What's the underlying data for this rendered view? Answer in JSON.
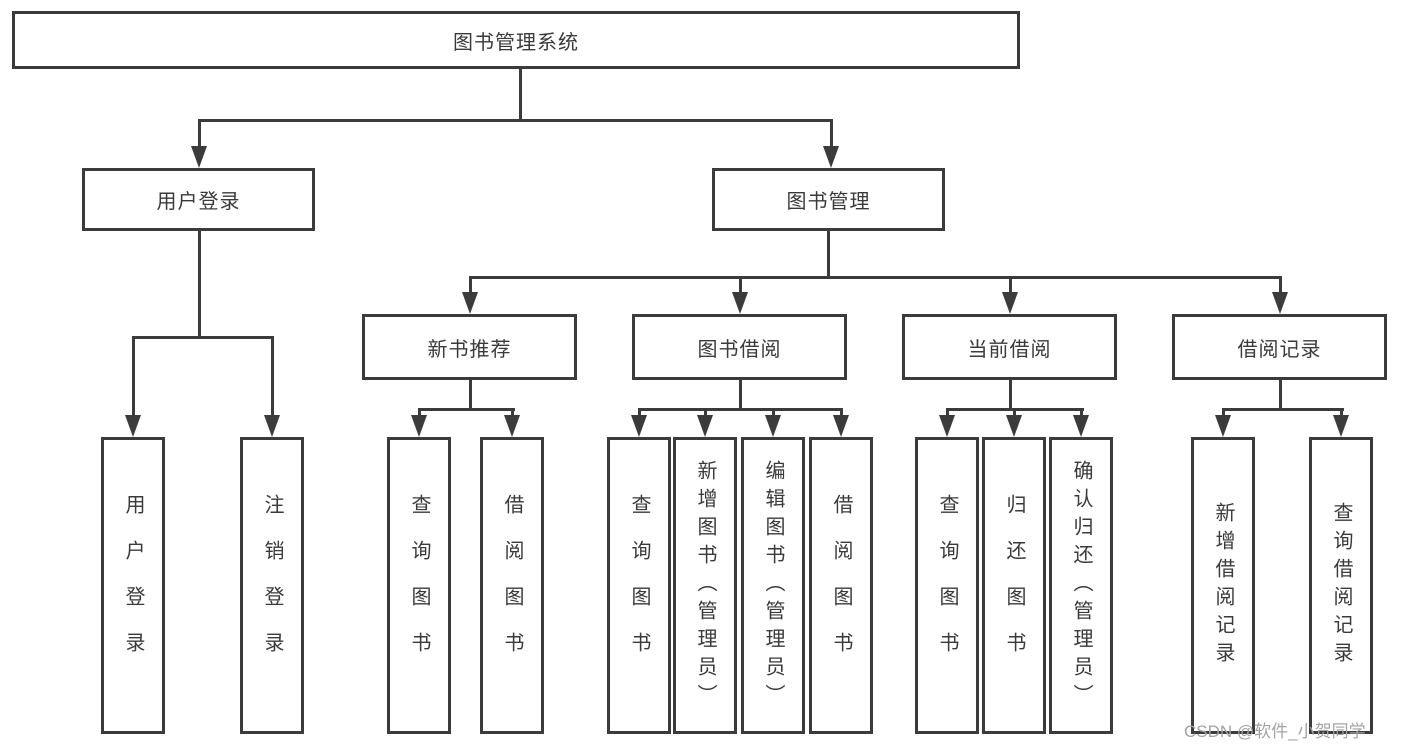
{
  "tree": {
    "label": "图书管理系统",
    "children": [
      {
        "label": "用户登录",
        "children": [
          {
            "label": "用户登录"
          },
          {
            "label": "注销登录"
          }
        ]
      },
      {
        "label": "图书管理",
        "children": [
          {
            "label": "新书推荐",
            "children": [
              {
                "label": "查询图书"
              },
              {
                "label": "借阅图书"
              }
            ]
          },
          {
            "label": "图书借阅",
            "children": [
              {
                "label": "查询图书"
              },
              {
                "label": "新增图书（管理员）"
              },
              {
                "label": "编辑图书（管理员）"
              },
              {
                "label": "借阅图书"
              }
            ]
          },
          {
            "label": "当前借阅",
            "children": [
              {
                "label": "查询图书"
              },
              {
                "label": "归还图书"
              },
              {
                "label": "确认归还（管理员）"
              }
            ]
          },
          {
            "label": "借阅记录",
            "children": [
              {
                "label": "新增借阅记录"
              },
              {
                "label": "查询借阅记录"
              }
            ]
          }
        ]
      }
    ]
  },
  "watermark": {
    "text": "CSDN @软件_小贺同学"
  },
  "colors": {
    "line": "#3b3b3b",
    "text": "#3a3a3a",
    "watermark": "#a3a3a3",
    "background": "#ffffff"
  }
}
